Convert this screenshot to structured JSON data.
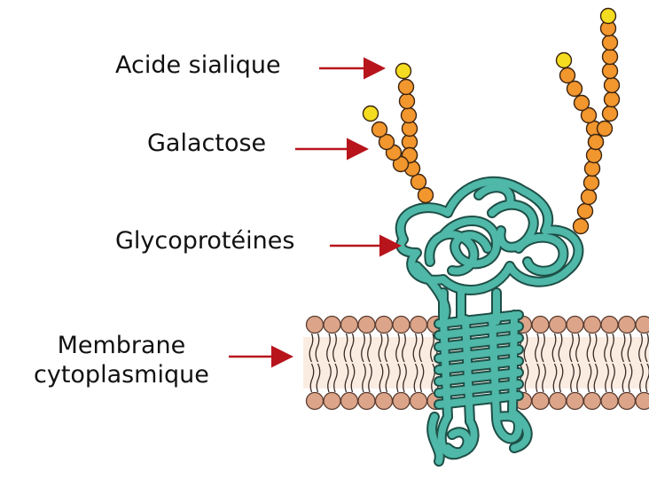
{
  "labels": {
    "sialic_acid": "Acide sialique",
    "galactose": "Galactose",
    "glycoproteins": "Glycoprotéines",
    "membrane_line1": "Membrane",
    "membrane_line2": "cytoplasmique"
  },
  "colors": {
    "arrow": "#b8141c",
    "sialic_acid": "#f4dc20",
    "galactose": "#f2962e",
    "protein": "#4fb8a8",
    "protein_outline": "#1e4f47",
    "lipid_head": "#dca58a",
    "lipid_tail": "#f4d9c8"
  }
}
